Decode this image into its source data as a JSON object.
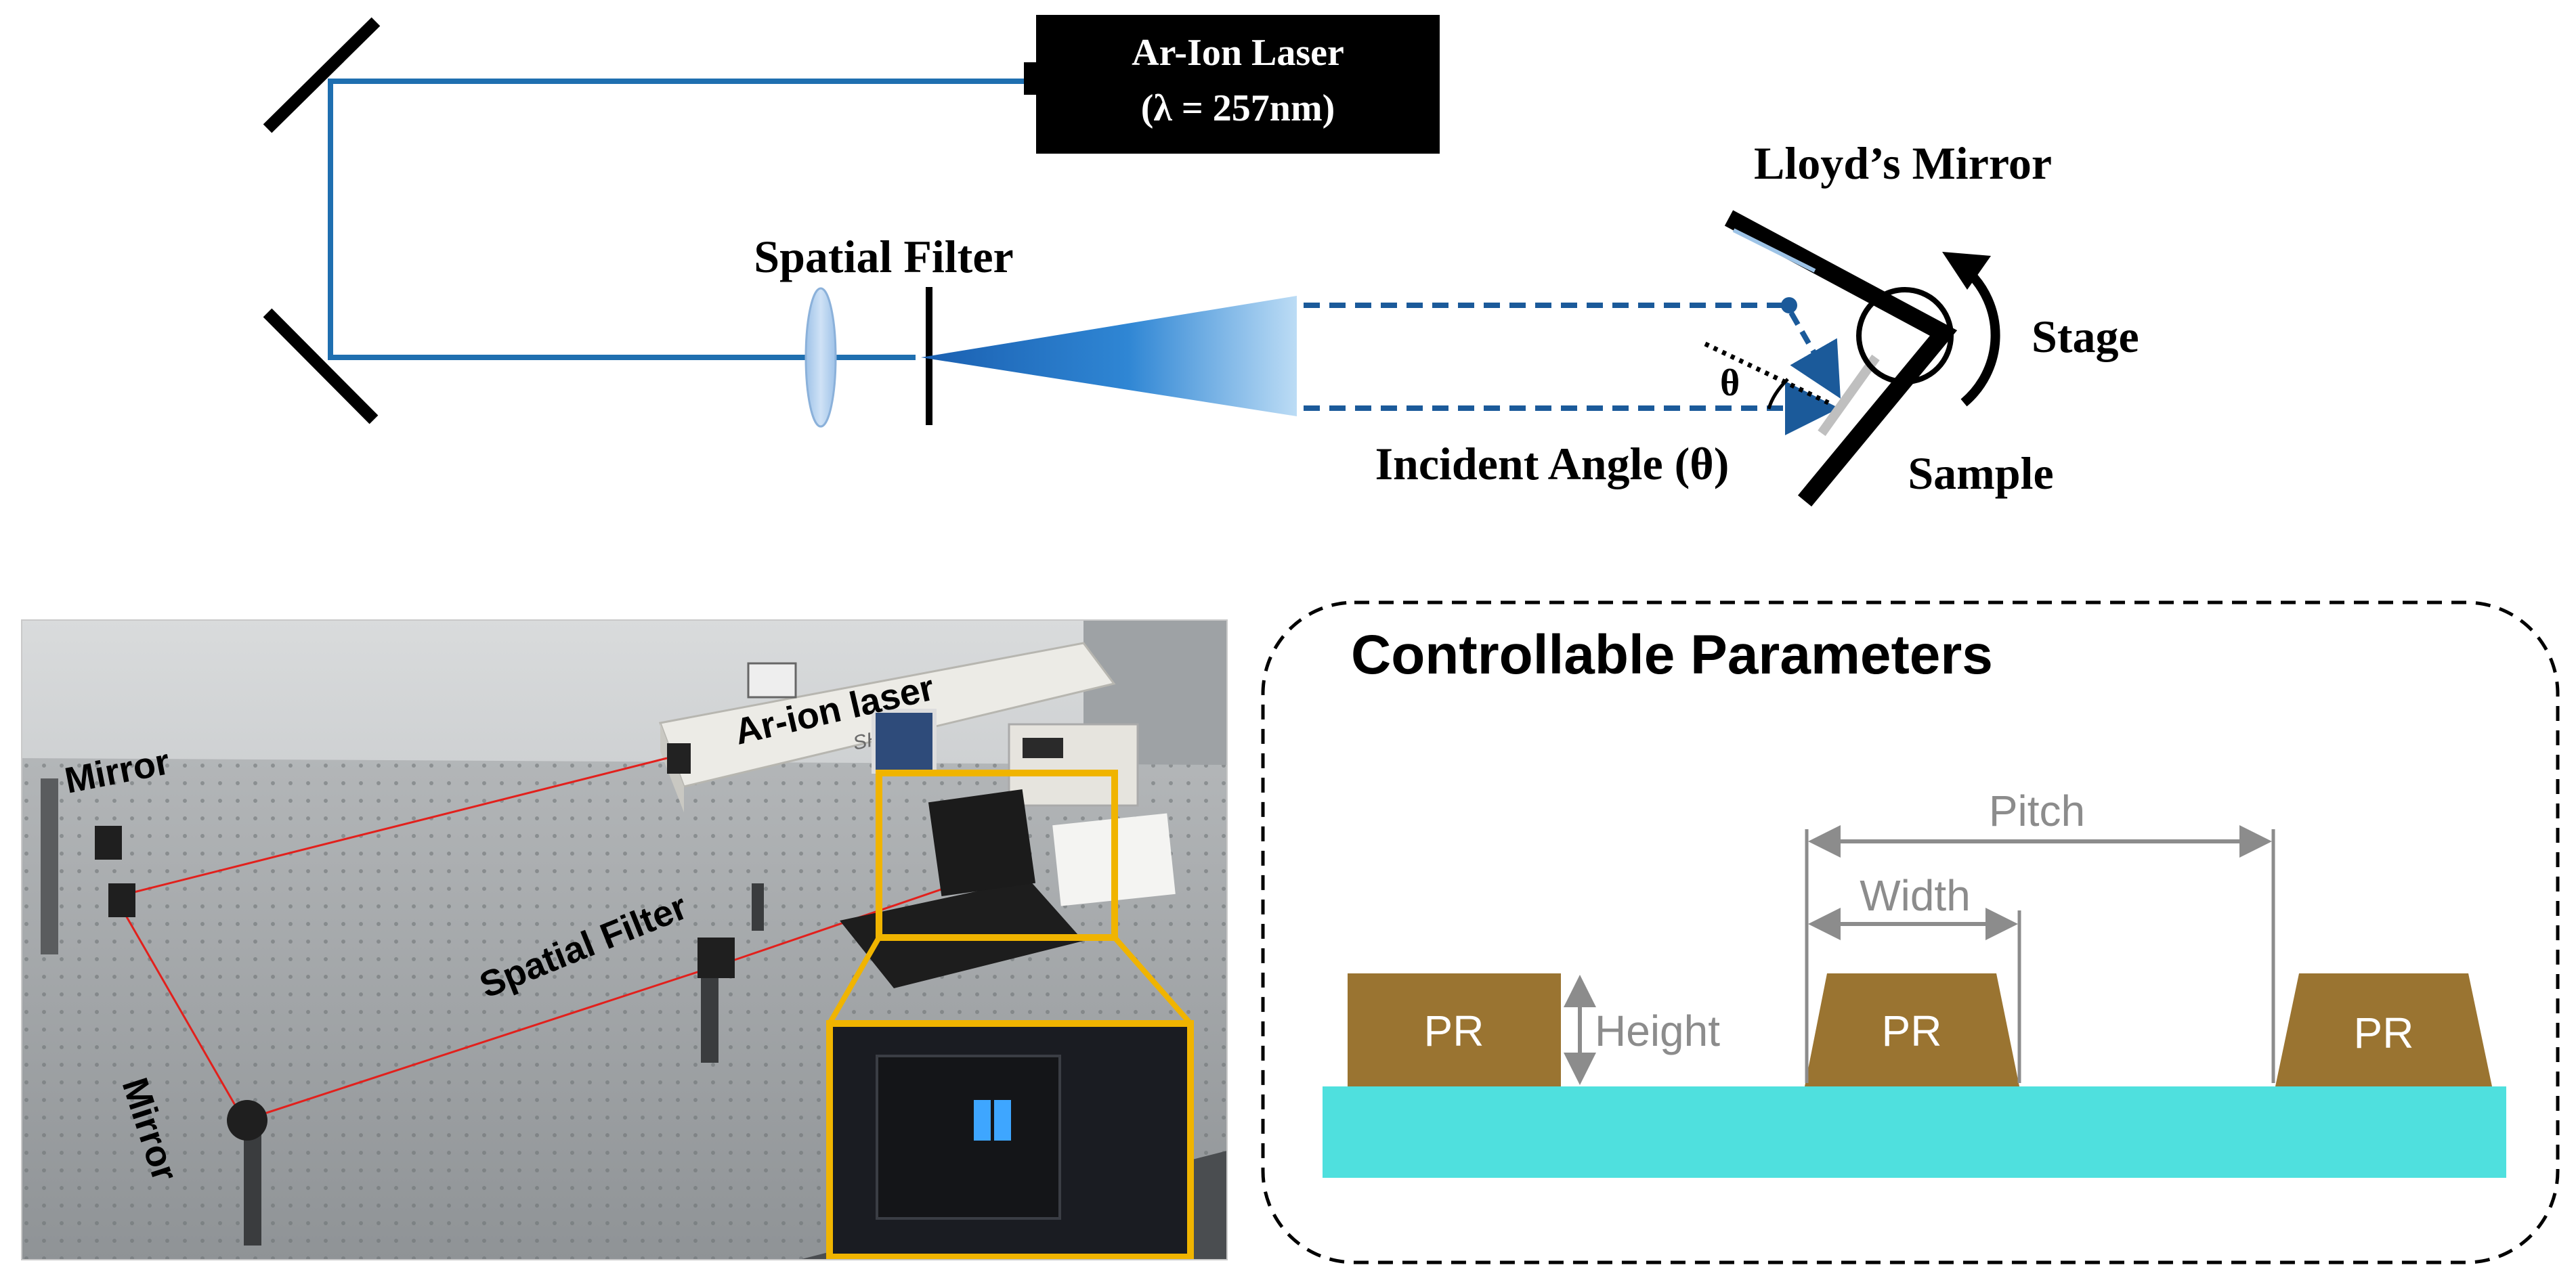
{
  "colors": {
    "beam": "#1f6fb0",
    "beam_dashed": "#1b5a9a",
    "substrate": "#4fe0de",
    "photoresist": "#9a7431",
    "dimension": "#8c8c8c",
    "callout_box": "#f0b400",
    "laser_photo_beam": "#e2201c"
  },
  "schematic": {
    "laser_line1": "Ar-Ion Laser",
    "laser_line2": "(λ = 257nm)",
    "spatial_filter": "Spatial Filter",
    "lloyds_mirror": "Lloyd’s Mirror",
    "stage": "Stage",
    "theta": "θ",
    "incident_angle": "Incident Angle (θ)",
    "sample": "Sample"
  },
  "photo": {
    "ar_ion_laser": "Ar-ion laser",
    "mirror_top": "Mirror",
    "mirror_bottom": "Mirror",
    "spatial_filter": "Spatial Filter",
    "laser_body_text": "SHG"
  },
  "parameters": {
    "title": "Controllable Parameters",
    "pitch": "Pitch",
    "width": "Width",
    "height": "Height",
    "pr_labels": [
      "PR",
      "PR",
      "PR"
    ]
  }
}
